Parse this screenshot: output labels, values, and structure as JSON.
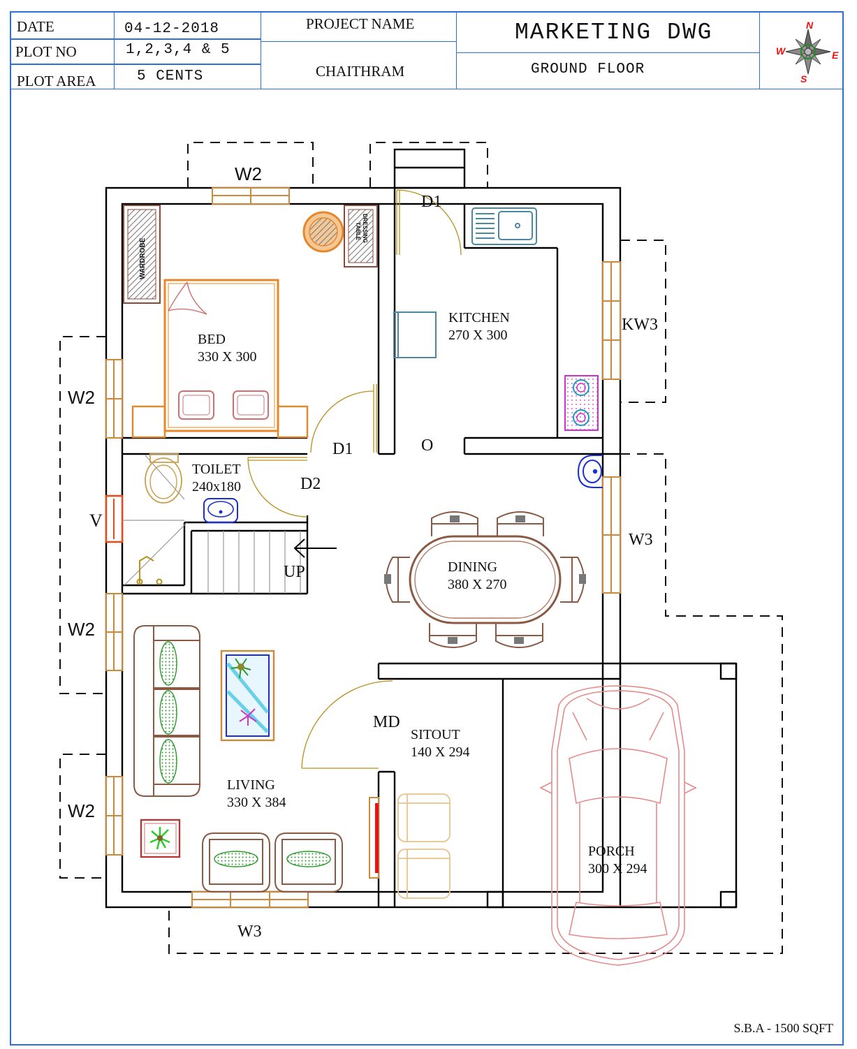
{
  "title_block": {
    "date_label": "DATE",
    "date_value": "04-12-2018",
    "plot_no_label": "PLOT NO",
    "plot_no_value": "1,2,3,4 & 5",
    "plot_area_label": "PLOT AREA",
    "plot_area_value": "5 CENTS",
    "project_name_label": "PROJECT NAME",
    "project_name_value": "CHAITHRAM",
    "drawing_title": "MARKETING DWG",
    "floor": "GROUND FLOOR"
  },
  "compass": {
    "n": "N",
    "s": "S",
    "e": "E",
    "w": "W"
  },
  "rooms": {
    "bed": {
      "name": "BED",
      "size": "330 X 300"
    },
    "kitchen": {
      "name": "KITCHEN",
      "size": "270 X 300"
    },
    "toilet": {
      "name": "TOILET",
      "size": "240x180"
    },
    "dining": {
      "name": "DINING",
      "size": "380 X 270"
    },
    "living": {
      "name": "LIVING",
      "size": "330 X 384"
    },
    "sitout": {
      "name": "SITOUT",
      "size": "140 X 294"
    },
    "porch": {
      "name": "PORCH",
      "size": "300 X 294"
    }
  },
  "labels": {
    "wardrobe": "WARDROBE",
    "dressing_1": "DRESSING",
    "dressing_2": "TABLE",
    "w2_top": "W2",
    "w2_left_1": "W2",
    "w2_left_2": "W2",
    "w2_left_3": "W2",
    "w3_right": "W3",
    "w3_bottom": "W3",
    "kw3": "KW3",
    "v": "V",
    "d1_kitchen": "D1",
    "d1_bed": "D1",
    "d2": "D2",
    "opening": "O",
    "up": "UP",
    "md": "MD"
  },
  "footer": {
    "sba": "S.B.A - 1500 SQFT"
  },
  "colors": {
    "border_blue": "#2f6fd6",
    "wall": "#000000",
    "window_orange": "#c98a3a",
    "bed_orange": "#e8862a",
    "furniture_brown": "#8a5a44",
    "sink_teal": "#4a8aa0",
    "car_pink": "#e58a8a",
    "hob_magenta": "#cc33cc",
    "basin_blue": "#1a2fd6"
  }
}
